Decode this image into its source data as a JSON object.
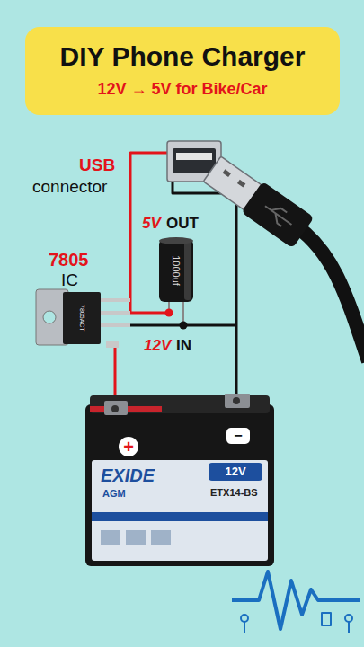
{
  "diagram": {
    "title": "DIY Phone Charger",
    "labels": [
      "12V → 5V for Bike/Car",
      "USB",
      "connector",
      "5V",
      "OUT",
      "1000uf",
      "7805",
      "IC",
      "7805ACT",
      "12V",
      "IN",
      "+",
      "−",
      "EXIDE",
      "AGM",
      "12V",
      "ETX14-BS"
    ]
  }
}
